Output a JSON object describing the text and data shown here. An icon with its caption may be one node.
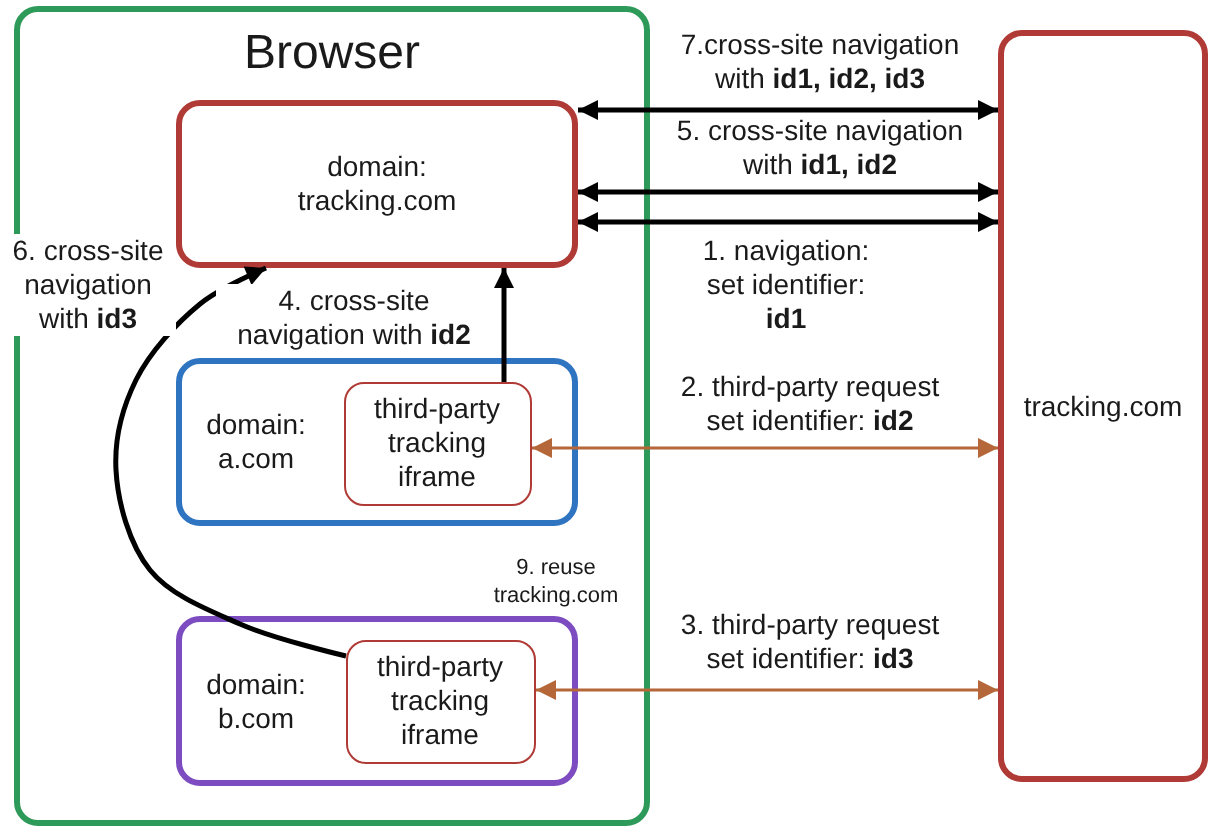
{
  "diagram": {
    "nodes": [
      {
        "text": [
          "Browser"
        ]
      },
      {
        "text": [
          "domain: tracking.com"
        ],
        "in": 0
      },
      {
        "text": [
          "domain: a.com"
        ],
        "in": 0
      },
      {
        "text": [
          "third-party tracking iframe"
        ],
        "in": 2
      },
      {
        "text": [
          "domain: b.com"
        ],
        "in": 0
      },
      {
        "text": [
          "third-party tracking iframe"
        ],
        "in": 4
      },
      {
        "text": [
          "tracking.com"
        ]
      }
    ],
    "edges": [
      {
        "from": 6,
        "to": 1,
        "arrow": "both",
        "label": "7.cross-site navigation with **id1, id2, id3**"
      },
      {
        "from": 6,
        "to": 1,
        "arrow": "both",
        "label": "5. cross-site navigation with **id1, id2**"
      },
      {
        "from": 6,
        "to": 1,
        "arrow": "both",
        "label": "1. navigation: set identifier: **id1**"
      },
      {
        "from": 6,
        "to": 3,
        "arrow": "both",
        "label": "2. third-party request set identifier: **id2**",
        "color": "#b5673a"
      },
      {
        "from": 6,
        "to": 5,
        "arrow": "both",
        "label": "3. third-party request set identifier: **id3**",
        "color": "#b5673a"
      },
      {
        "from": 3,
        "to": 1,
        "arrow": "to",
        "label": "4. cross-site navigation with **id2**"
      },
      {
        "from": 5,
        "to": 1,
        "arrow": "to",
        "label": "6. cross-site navigation with **id3**"
      }
    ],
    "labels": [
      "9. reuse tracking.com"
    ]
  }
}
